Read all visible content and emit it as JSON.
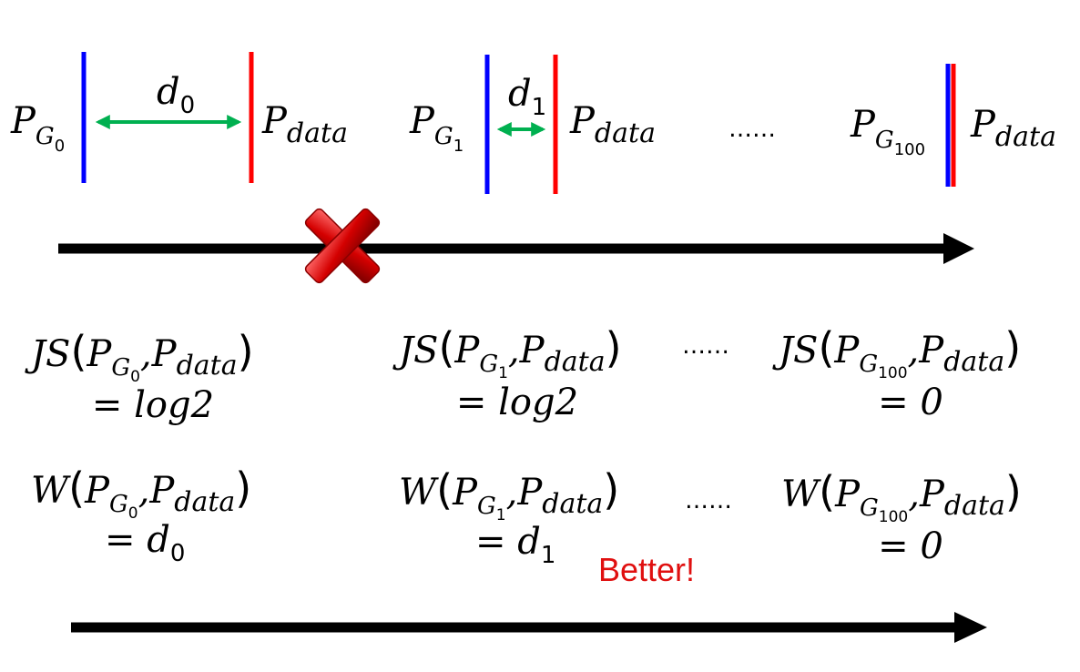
{
  "colors": {
    "generator_line": "#0000ff",
    "data_line": "#ff0000",
    "distance_arrow": "#00b050",
    "axis": "#000000",
    "highlight_text": "#e01010",
    "cross": "#c00000"
  },
  "top_row": {
    "stage0": {
      "gen_base": "P",
      "gen_sub": "G",
      "gen_subsub": "0",
      "dist_base": "d",
      "dist_sub": "0",
      "data_base": "P",
      "data_sub": "data"
    },
    "stage1": {
      "gen_base": "P",
      "gen_sub": "G",
      "gen_subsub": "1",
      "dist_base": "d",
      "dist_sub": "1",
      "data_base": "P",
      "data_sub": "data"
    },
    "ellipsis": "……",
    "stage100": {
      "gen_base": "P",
      "gen_sub": "G",
      "gen_subsub": "100",
      "data_base": "P",
      "data_sub": "data"
    }
  },
  "cross_icon": "red-x-icon",
  "js_row": {
    "func": "JS",
    "ellipsis": "……",
    "items": [
      {
        "gen_subsub": "0",
        "data_sub": "data",
        "result": "= log2"
      },
      {
        "gen_subsub": "1",
        "data_sub": "data",
        "result": "= log2"
      },
      {
        "gen_subsub": "100",
        "data_sub": "data",
        "result": "= 0"
      }
    ]
  },
  "w_row": {
    "func": "W",
    "ellipsis": "……",
    "items": [
      {
        "gen_subsub": "0",
        "data_sub": "data",
        "result_prefix": "= ",
        "result_base": "d",
        "result_sub": "0"
      },
      {
        "gen_subsub": "1",
        "data_sub": "data",
        "result_prefix": "= ",
        "result_base": "d",
        "result_sub": "1"
      },
      {
        "gen_subsub": "100",
        "data_sub": "data",
        "result_prefix": "= 0"
      }
    ]
  },
  "better_label": "Better!"
}
